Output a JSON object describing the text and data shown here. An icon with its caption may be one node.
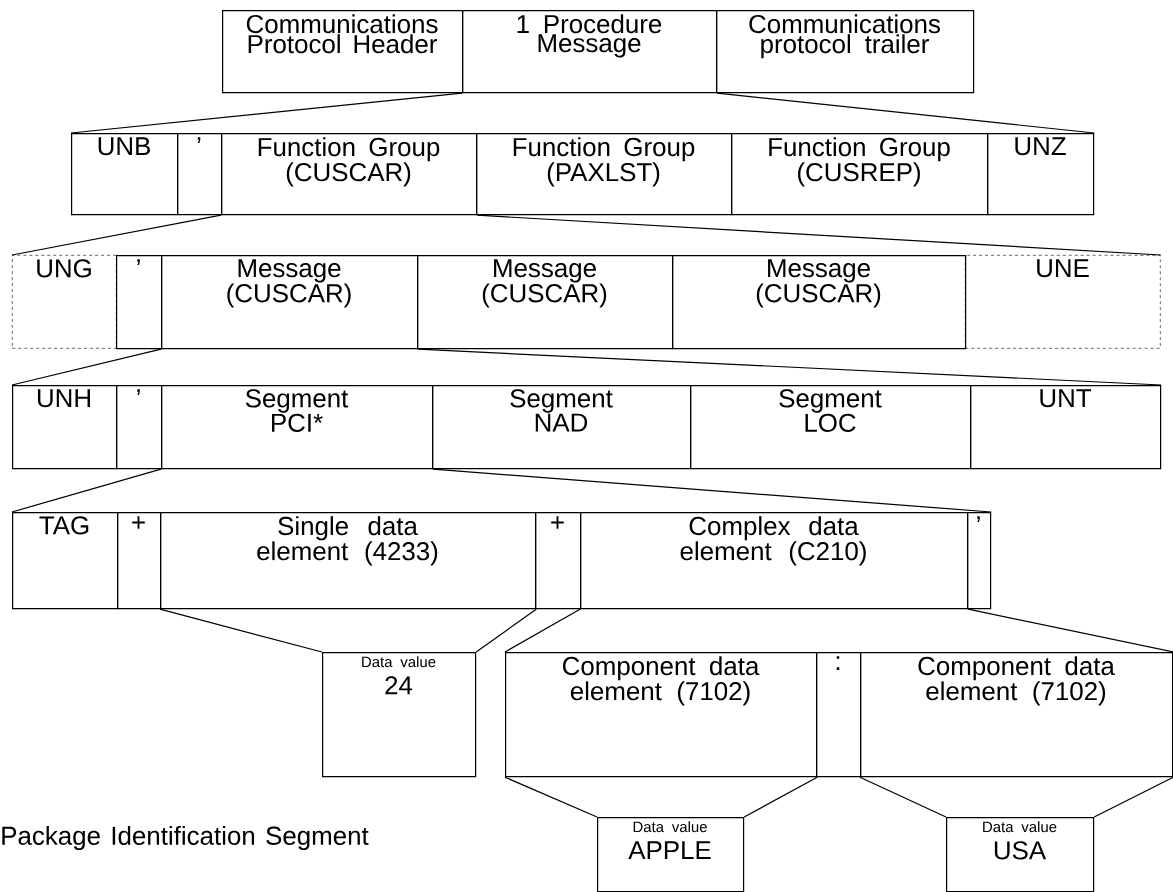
{
  "diagram": {
    "nodes": [
      {
        "text": [
          "Communications Protocol Header"
        ]
      },
      {
        "text": [
          "1 Procedure Message"
        ]
      },
      {
        "text": [
          "Communications protocol trailer"
        ]
      },
      {
        "text": [
          "UNB"
        ]
      },
      {
        "text": [
          "’"
        ]
      },
      {
        "text": [
          "Function Group (CUSCAR)"
        ]
      },
      {
        "text": [
          "Function Group (PAXLST)"
        ]
      },
      {
        "text": [
          "Function Group (CUSREP)"
        ]
      },
      {
        "text": [
          "UNZ"
        ]
      },
      {
        "text": [
          "UNG"
        ]
      },
      {
        "text": [
          "’"
        ]
      },
      {
        "text": [
          "Message (CUSCAR)"
        ]
      },
      {
        "text": [
          "Message (CUSCAR)"
        ]
      },
      {
        "text": [
          "Message (CUSCAR)"
        ]
      },
      {
        "text": [
          "UNE"
        ]
      },
      {
        "text": [
          "UNH"
        ]
      },
      {
        "text": [
          "’"
        ]
      },
      {
        "text": [
          "Segment PCI*"
        ]
      },
      {
        "text": [
          "Segment NAD"
        ]
      },
      {
        "text": [
          "Segment LOC"
        ]
      },
      {
        "text": [
          "UNT"
        ]
      },
      {
        "text": [
          "TAG"
        ]
      },
      {
        "text": [
          "+"
        ]
      },
      {
        "text": [
          "Single data element (4233)"
        ]
      },
      {
        "text": [
          "+"
        ]
      },
      {
        "text": [
          "Complex data element (C210)"
        ]
      },
      {
        "text": [
          "’"
        ]
      },
      {
        "text": [
          "Data value",
          "24"
        ]
      },
      {
        "text": [
          "Component data element (7102)"
        ]
      },
      {
        "text": [
          ":"
        ]
      },
      {
        "text": [
          "Component data element (7102)"
        ]
      },
      {
        "text": [
          "Data value",
          "APPLE"
        ]
      },
      {
        "text": [
          "Data value",
          "USA"
        ]
      }
    ],
    "edges": [
      {
        "from": 1,
        "to": 3,
        "arrow": "none"
      },
      {
        "from": 1,
        "to": 8,
        "arrow": "none"
      },
      {
        "from": 5,
        "to": 9,
        "arrow": "none"
      },
      {
        "from": 5,
        "to": 14,
        "arrow": "none"
      },
      {
        "from": 11,
        "to": 15,
        "arrow": "none"
      },
      {
        "from": 11,
        "to": 20,
        "arrow": "none"
      },
      {
        "from": 17,
        "to": 21,
        "arrow": "none"
      },
      {
        "from": 17,
        "to": 26,
        "arrow": "none"
      },
      {
        "from": 23,
        "to": 27,
        "arrow": "none"
      },
      {
        "from": 23,
        "to": 27,
        "arrow": "none"
      },
      {
        "from": 25,
        "to": 28,
        "arrow": "none"
      },
      {
        "from": 25,
        "to": 30,
        "arrow": "none"
      },
      {
        "from": 28,
        "to": 31,
        "arrow": "none"
      },
      {
        "from": 28,
        "to": 31,
        "arrow": "none"
      },
      {
        "from": 30,
        "to": 32,
        "arrow": "none"
      },
      {
        "from": 30,
        "to": 32,
        "arrow": "none"
      }
    ],
    "labels": [
      "Package Identification Segment"
    ]
  }
}
